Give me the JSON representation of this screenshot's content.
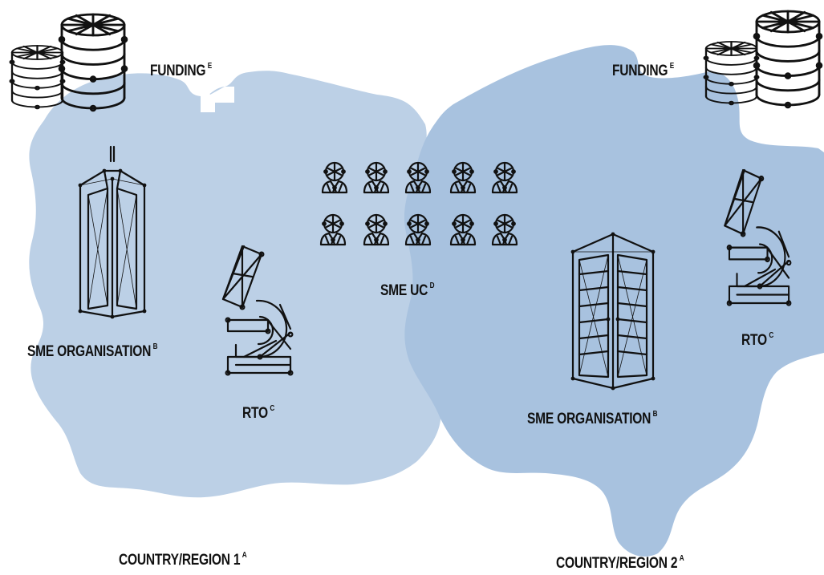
{
  "labels": {
    "funding_left": "FUNDING",
    "funding_left_sup": "E",
    "funding_right": "FUNDING",
    "funding_right_sup": "E",
    "sme_uc": "SME UC",
    "sme_uc_sup": "D",
    "sme_org_left": "SME ORGANISATION",
    "sme_org_left_sup": "B",
    "rto_left": "RTO",
    "rto_left_sup": "C",
    "rto_right": "RTO",
    "rto_right_sup": "C",
    "sme_org_right": "SME ORGANISATION",
    "sme_org_right_sup": "B",
    "region1": "COUNTRY/REGION 1",
    "region1_sup": "A",
    "region2": "COUNTRY/REGION 2",
    "region2_sup": "A"
  },
  "colors": {
    "region1": "#bcd0e6",
    "region2": "#a8c2df",
    "icon_stroke": "#111111"
  },
  "icons": [
    "coins-stack-icon",
    "office-building-icon",
    "microscope-icon",
    "person-icon",
    "tower-building-icon"
  ]
}
